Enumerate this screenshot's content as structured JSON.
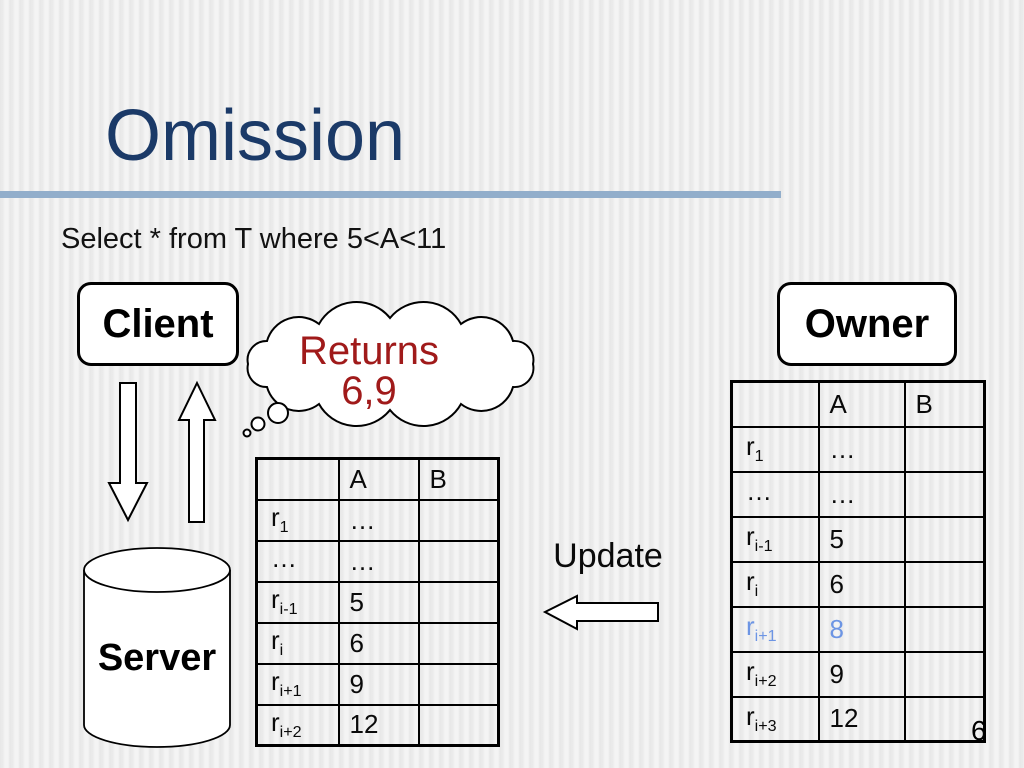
{
  "slide": {
    "title": "Omission",
    "query": "Select * from T where 5<A<11",
    "page_number": "6"
  },
  "colors": {
    "title_text": "#1B3A68",
    "title_rule": "#92AECB",
    "callout_text": "#A01A1A",
    "highlight_row_text": "#6D95E4",
    "shape_fill": "#FFFFFF",
    "shape_stroke": "#000000"
  },
  "nodes": {
    "client_label": "Client",
    "owner_label": "Owner",
    "server_label": "Server",
    "update_label": "Update",
    "callout": {
      "line1": "Returns",
      "line2": "6,9"
    }
  },
  "icons": {
    "cloud": "thought-bubble-cloud-icon",
    "database": "database-cylinder-icon",
    "arrow_down": "block-arrow-down-icon",
    "arrow_up": "block-arrow-up-icon",
    "arrow_left": "block-arrow-left-icon"
  },
  "tables": {
    "server": {
      "headers": [
        "",
        "A",
        "B"
      ],
      "rows": [
        {
          "label": {
            "base": "r",
            "sub": "1"
          },
          "a": "…",
          "b": ""
        },
        {
          "label": {
            "base": "…",
            "sub": ""
          },
          "a": "…",
          "b": ""
        },
        {
          "label": {
            "base": "r",
            "sub": "i-1"
          },
          "a": "5",
          "b": ""
        },
        {
          "label": {
            "base": "r",
            "sub": "i"
          },
          "a": "6",
          "b": ""
        },
        {
          "label": {
            "base": "r",
            "sub": "i+1"
          },
          "a": "9",
          "b": ""
        },
        {
          "label": {
            "base": "r",
            "sub": "i+2"
          },
          "a": "12",
          "b": ""
        }
      ]
    },
    "owner": {
      "headers": [
        "",
        "A",
        "B"
      ],
      "rows": [
        {
          "label": {
            "base": "r",
            "sub": "1"
          },
          "a": "…",
          "b": ""
        },
        {
          "label": {
            "base": "…",
            "sub": ""
          },
          "a": "…",
          "b": ""
        },
        {
          "label": {
            "base": "r",
            "sub": "i-1"
          },
          "a": "5",
          "b": ""
        },
        {
          "label": {
            "base": "r",
            "sub": "i"
          },
          "a": "6",
          "b": ""
        },
        {
          "label": {
            "base": "r",
            "sub": "i+1"
          },
          "a": "8",
          "b": "",
          "highlighted": true
        },
        {
          "label": {
            "base": "r",
            "sub": "i+2"
          },
          "a": "9",
          "b": ""
        },
        {
          "label": {
            "base": "r",
            "sub": "i+3"
          },
          "a": "12",
          "b": ""
        }
      ]
    }
  }
}
